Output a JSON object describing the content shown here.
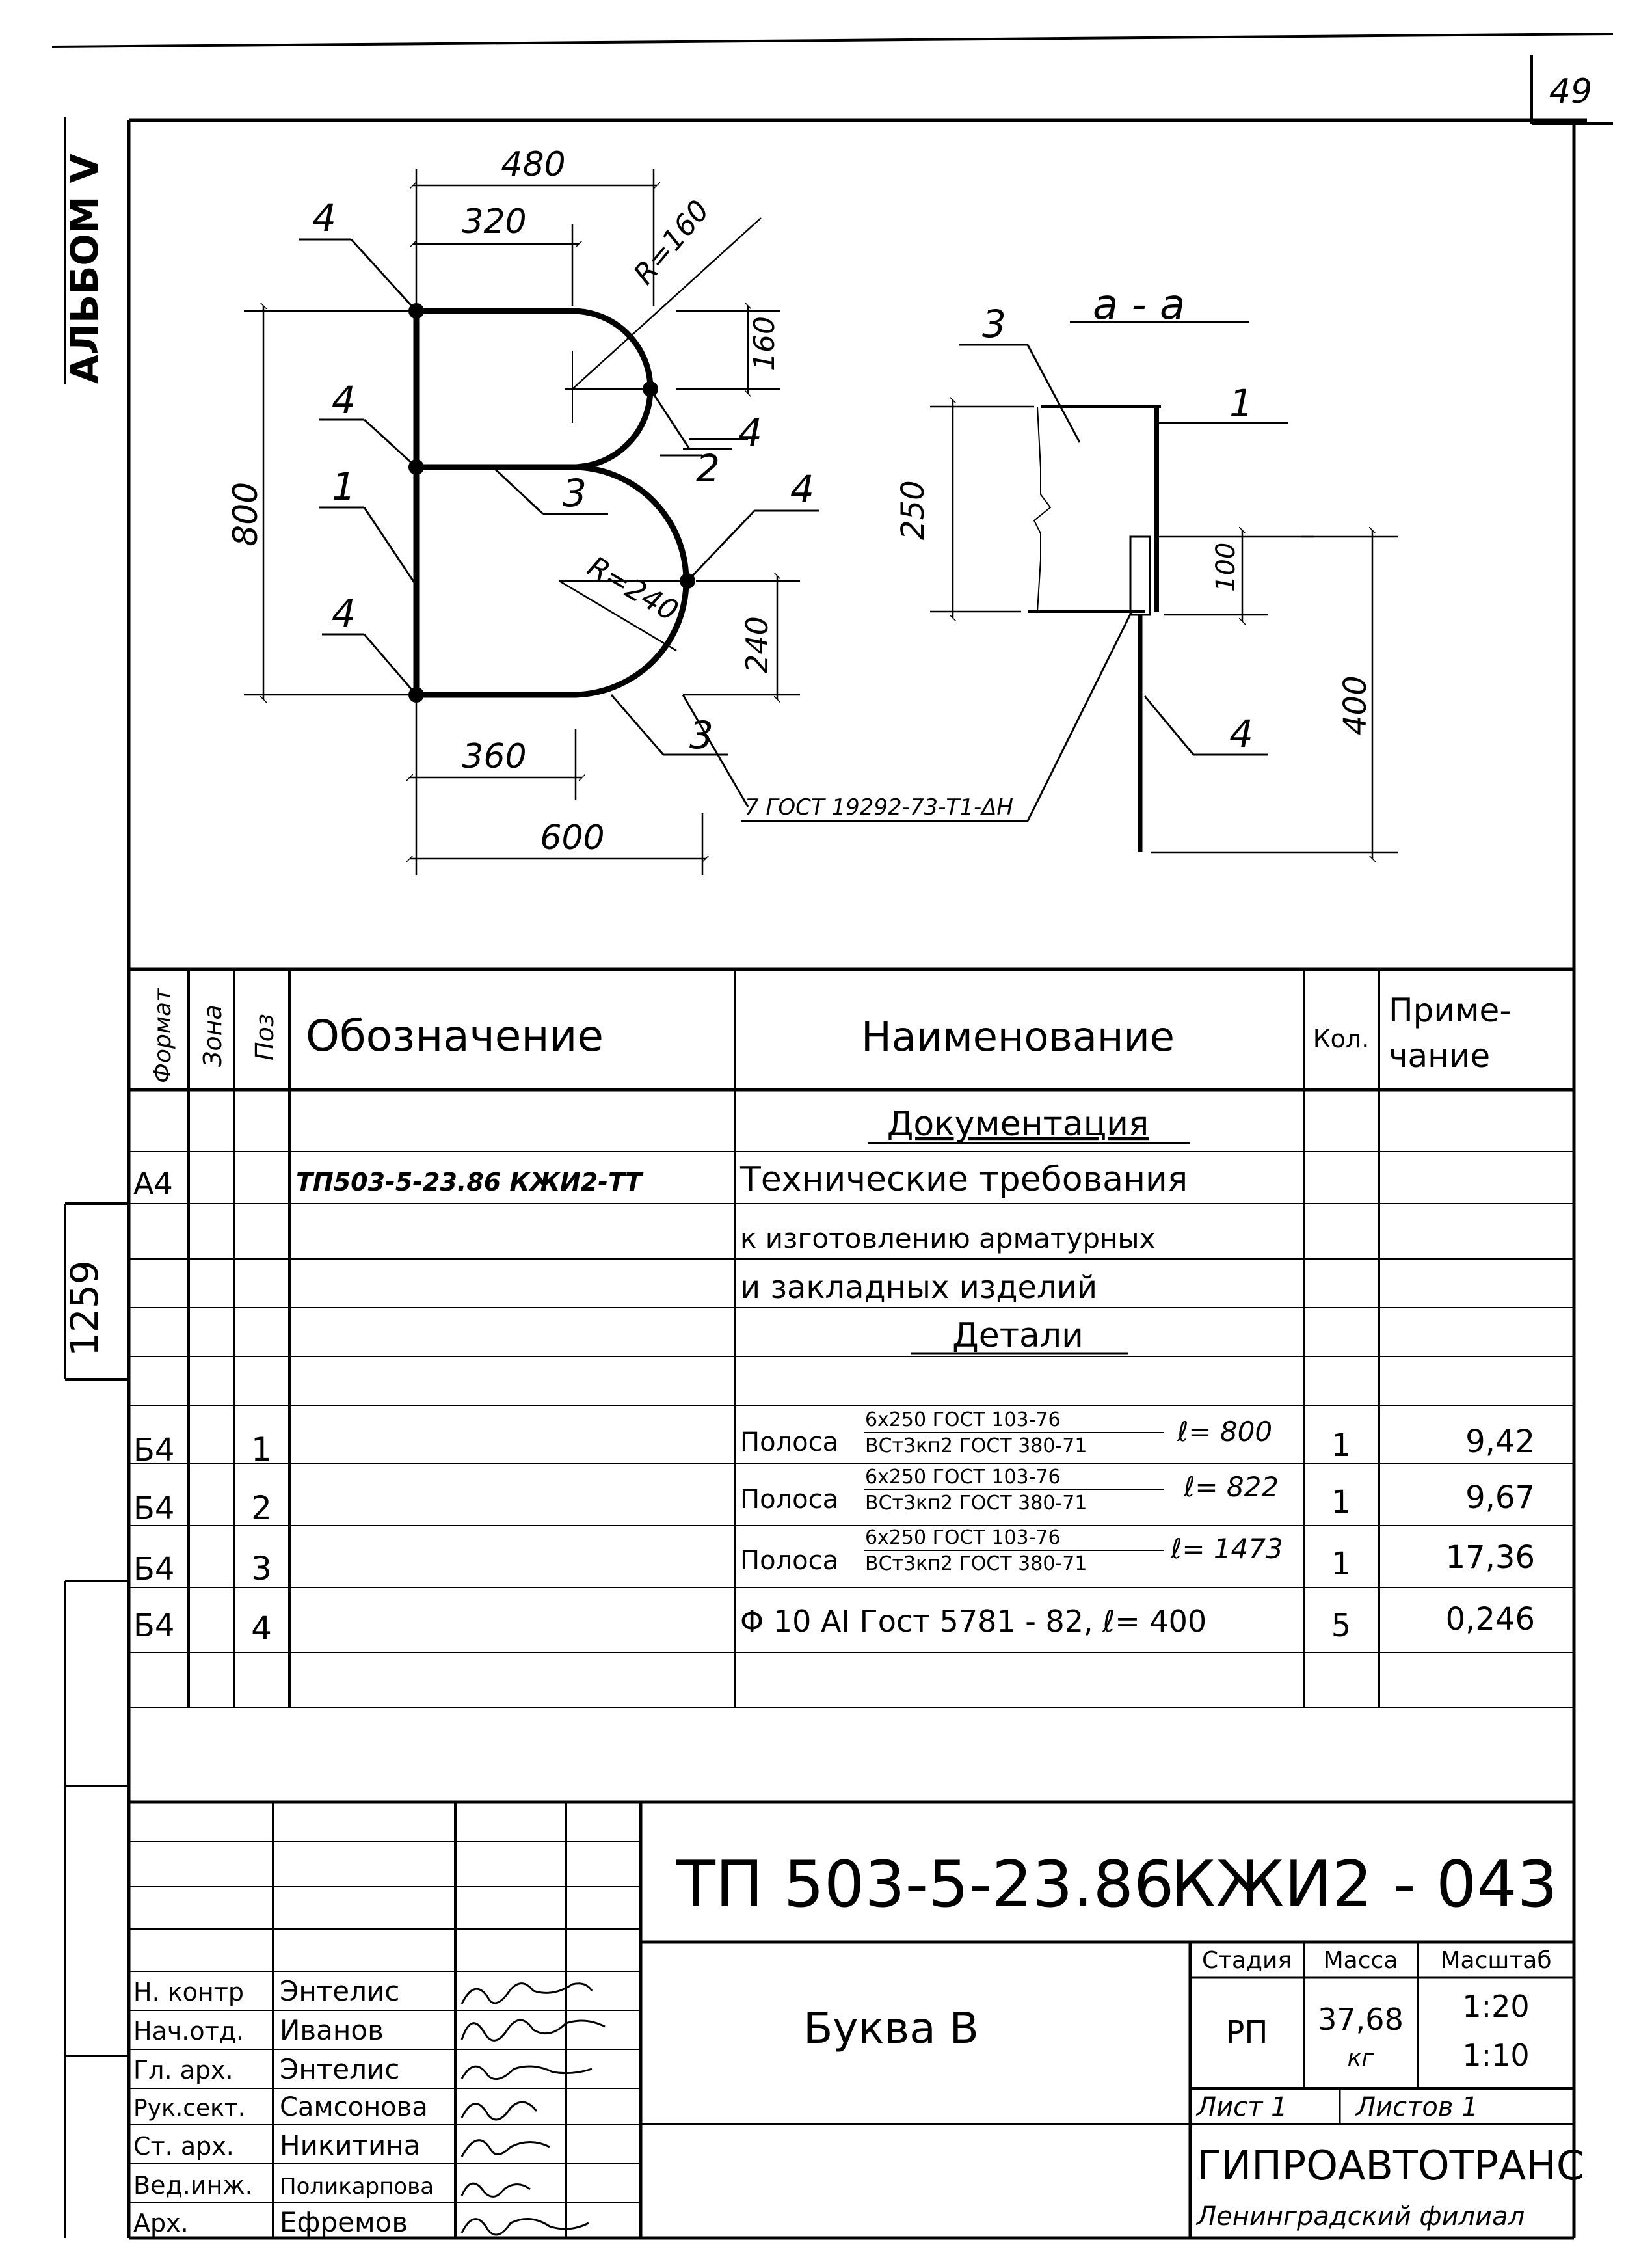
{
  "sheet_number": "49",
  "side_album": "АЛЬБОМ V",
  "side_code": "1259",
  "drawing": {
    "section_label": "а - а",
    "dimensions": {
      "d480": "480",
      "d320": "320",
      "r160": "R=160",
      "d160": "160",
      "d800": "800",
      "r240": "R=240",
      "d240": "240",
      "d360": "360",
      "d600": "600",
      "d250": "250",
      "d100": "100",
      "d400": "400"
    },
    "callouts": {
      "c1": "1",
      "c2": "2",
      "c3": "3",
      "c4": "4",
      "sec1": "1",
      "sec3": "3",
      "sec4": "4"
    },
    "weld_note": "7 ГОСТ 19292-73-Т1-ΔН"
  },
  "spec_table": {
    "headers": {
      "format": "Формат",
      "zone": "Зона",
      "pos": "Поз",
      "designation": "Обозначение",
      "name": "Наименование",
      "qty": "Кол.",
      "note_line1": "Приме-",
      "note_line2": "чание"
    },
    "section_docs": "Документация",
    "doc_row": {
      "format": "А4",
      "designation": "ТП503-5-23.86  КЖИ2-ТТ",
      "name_lines": [
        "Технические требования",
        "к изготовлению арматурных",
        "и закладных изделий"
      ]
    },
    "section_details": "Детали",
    "rows": [
      {
        "format": "Б4",
        "pos": "1",
        "name": "Полоса",
        "num": "6х250 ГОСТ 103-76",
        "den": "ВСт3кп2 ГОСТ 380-71",
        "len": "ℓ= 800",
        "qty": "1",
        "note": "9,42"
      },
      {
        "format": "Б4",
        "pos": "2",
        "name": "Полоса",
        "num": "6х250 ГОСТ 103-76",
        "den": "ВСт3кп2 ГОСТ 380-71",
        "len": "ℓ= 822",
        "qty": "1",
        "note": "9,67"
      },
      {
        "format": "Б4",
        "pos": "3",
        "name": "Полоса",
        "num": "6х250 ГОСТ 103-76",
        "den": "ВСт3кп2 ГОСТ 380-71",
        "len": "ℓ= 1473",
        "qty": "1",
        "note": "17,36"
      },
      {
        "format": "Б4",
        "pos": "4",
        "name": "Φ 10 АΙ Гост 5781 - 82, ℓ= 400",
        "num": "",
        "den": "",
        "len": "",
        "qty": "5",
        "note": "0,246"
      }
    ]
  },
  "title_block": {
    "project": "ТП 503-5-23.86",
    "code": "КЖИ2 - 043",
    "title": "Буква В",
    "stage_label": "Стадия",
    "mass_label": "Масса",
    "scale_label": "Масштаб",
    "stage": "РП",
    "mass": "37,68",
    "mass_unit": "кг",
    "scale1": "1:20",
    "scale2": "1:10",
    "sheet": "Лист 1",
    "sheets": "Листов 1",
    "org": "ГИПРОАВТОТРАНС",
    "branch": "Ленинградский филиал",
    "staff": [
      {
        "role": "Н. контр",
        "name": "Энтелис"
      },
      {
        "role": "Нач.отд.",
        "name": "Иванов"
      },
      {
        "role": "Гл. арх.",
        "name": "Энтелис"
      },
      {
        "role": "Рук.сект.",
        "name": "Самсонова"
      },
      {
        "role": "Ст. арх.",
        "name": "Никитина"
      },
      {
        "role": "Вед.инж.",
        "name": "Поликарпова"
      },
      {
        "role": "Арх.",
        "name": "Ефремов"
      }
    ]
  }
}
